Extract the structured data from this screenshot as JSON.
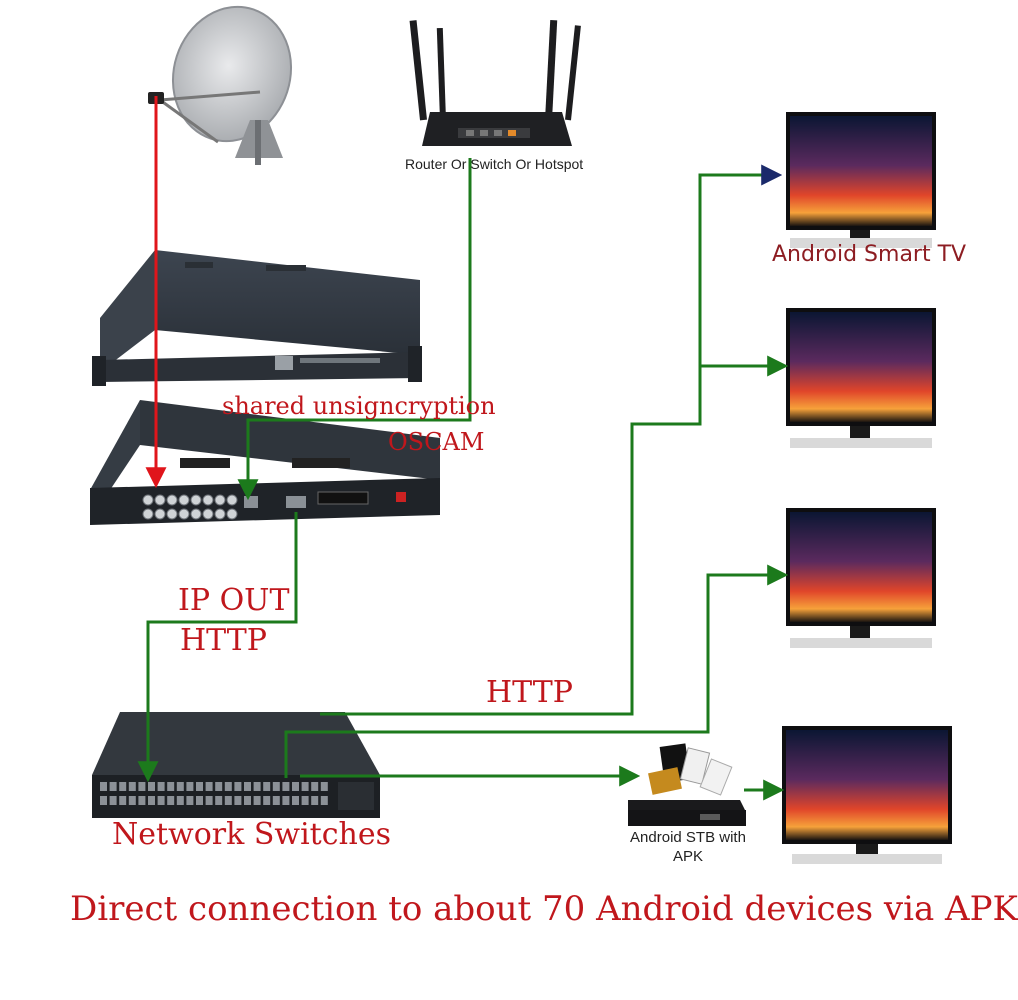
{
  "labels": {
    "router": "Router Or Switch Or Hotspot",
    "smart_tv": "Android Smart TV",
    "oscam_line1": "shared unsigncryption",
    "oscam_line2": "OSCAM",
    "ip_out": "IP OUT",
    "http_left": "HTTP",
    "http_mid": "HTTP",
    "network_switches": "Network Switches",
    "stb_line1": "Android STB with",
    "stb_line2": "APK",
    "footer": "Direct connection to about 70 Android devices via APK"
  },
  "icons": {
    "satellite": "satellite-dish-icon",
    "router": "wifi-router-icon",
    "receiver": "rack-receiver-icon",
    "gateway": "iptv-gateway-icon",
    "switch": "network-switch-icon",
    "tv": "tv-icon",
    "stb": "set-top-box-icon"
  },
  "colors": {
    "label_red": "#c0171c",
    "cable_red": "#e0151b",
    "cable_green": "#1c7a1c",
    "arrow_navy": "#1b2a6b",
    "device_dark": "#2a2e33"
  }
}
